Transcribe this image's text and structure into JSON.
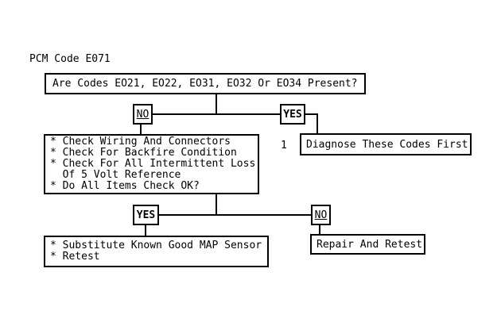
{
  "diagram": {
    "title": "PCM Code E071",
    "question": "Are Codes EO21, EO22, EO31, EO32 Or EO34 Present?",
    "branch1": {
      "no_label": "NO",
      "yes_label": "YES"
    },
    "diagnose": {
      "ref_number": "1",
      "label": "Diagnose These Codes First"
    },
    "checks": {
      "lines": [
        "* Check Wiring And Connectors",
        "* Check For Backfire Condition",
        "* Check For All Intermittent Loss",
        "  Of 5 Volt Reference",
        "* Do All Items Check OK?"
      ]
    },
    "branch2": {
      "yes_label": "YES",
      "no_label": "NO"
    },
    "substitute": {
      "lines": [
        "* Substitute Known Good MAP Sensor",
        "* Retest"
      ]
    },
    "repair_label": "Repair And Retest",
    "colors": {
      "ink": "#000000",
      "background": "#ffffff"
    }
  }
}
